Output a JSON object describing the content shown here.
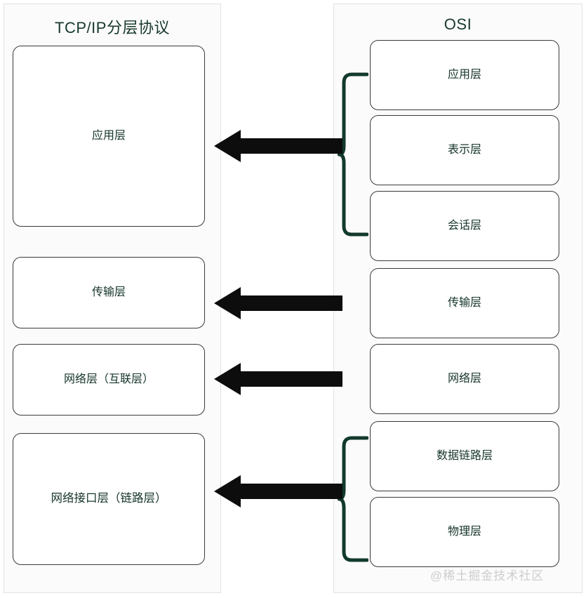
{
  "diagram": {
    "title_left": "TCP/IP分层协议",
    "title_right": "OSI",
    "watermark": "@稀土掘金技术社区",
    "colors": {
      "title_green": "#18392b",
      "brace_green": "#123a2c",
      "box_border": "#3a3a3a",
      "arrow_black": "#0d0d0d",
      "panel_border": "#e2e2e2",
      "text_green": "#16352a"
    }
  },
  "tcpip": {
    "layers": [
      {
        "label": "应用层"
      },
      {
        "label": "传输层"
      },
      {
        "label": "网络层（互联层）"
      },
      {
        "label": "网络接口层（链路层）"
      }
    ]
  },
  "osi": {
    "layers": [
      {
        "label": "应用层"
      },
      {
        "label": "表示层"
      },
      {
        "label": "会话层"
      },
      {
        "label": "传输层"
      },
      {
        "label": "网络层"
      },
      {
        "label": "数据链路层"
      },
      {
        "label": "物理层"
      }
    ]
  },
  "mappings": [
    {
      "from": "应用层,表示层,会话层",
      "to": "应用层",
      "grouped": true
    },
    {
      "from": "传输层",
      "to": "传输层",
      "grouped": false
    },
    {
      "from": "网络层",
      "to": "网络层（互联层）",
      "grouped": false
    },
    {
      "from": "数据链路层,物理层",
      "to": "网络接口层（链路层）",
      "grouped": true
    }
  ]
}
